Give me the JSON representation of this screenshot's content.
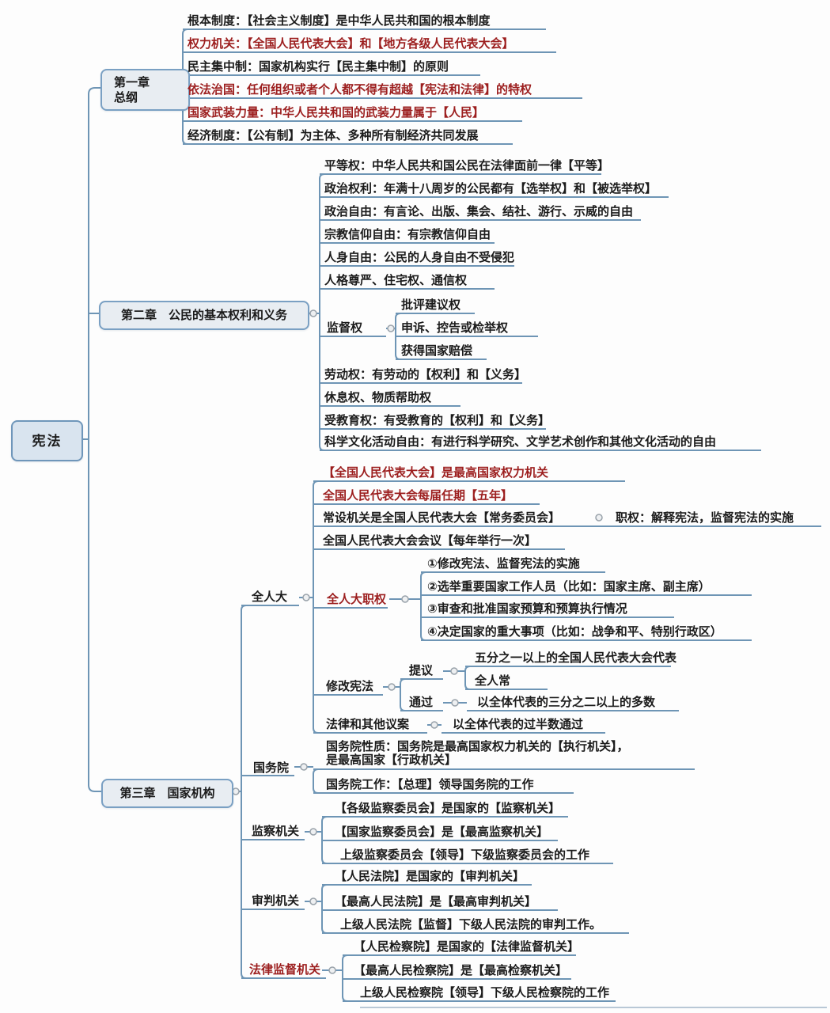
{
  "root_label": "宪法",
  "colors": {
    "accent_red": "#9c1e1e",
    "text_black": "#1b1b1b",
    "line_blue": "#6e95b5",
    "box_fill": "#e8edf2",
    "box_border": "#7aa0c3"
  },
  "ch1": {
    "title1": "第一章",
    "title2": "总纲",
    "items": [
      "根本制度：【社会主义制度】是中华人民共和国的根本制度",
      "权力机关：【全国人民代表大会】和【地方各级人民代表大会】",
      "民主集中制：国家机构实行【民主集中制】的原则",
      "依法治国：任何组织或者个人都不得有超越【宪法和法律】的特权",
      "国家武装力量：中华人民共和国的武装力量属于【人民】",
      "经济制度：【公有制】为主体、多种所有制经济共同发展"
    ]
  },
  "ch2": {
    "title": "第二章　公民的基本权利和义务",
    "items": [
      "平等权：中华人民共和国公民在法律面前一律【平等】",
      "政治权利：年满十八周岁的公民都有【选举权】和【被选举权】",
      "政治自由：有言论、出版、集会、结社、游行、示威的自由",
      "宗教信仰自由：有宗教信仰自由",
      "人身自由：公民的人身自由不受侵犯",
      "人格尊严、住宅权、通信权"
    ],
    "supervision": {
      "label": "监督权",
      "children": [
        "批评建议权",
        "申诉、控告或检举权",
        "获得国家赔偿"
      ]
    },
    "items2": [
      "劳动权：有劳动的【权利】和【义务】",
      "休息权、物质帮助权",
      "受教育权：有受教育的【权利】和【义务】",
      "科学文化活动自由：有进行科学研究、文学艺术创作和其他文化活动的自由"
    ]
  },
  "ch3": {
    "title": "第三章　国家机构",
    "npc": {
      "label": "全人大",
      "items": [
        "【全国人民代表大会】是最高国家权力机关",
        "全国人民代表大会每届任期【五年】",
        "常设机关是全国人民代表大会【常务委员会】",
        "全国人民代表大会会议【每年举行一次】"
      ],
      "note": "职权：解释宪法，监督宪法的实施",
      "powers": {
        "label": "全人大职权",
        "children": [
          "①修改宪法、监督宪法的实施",
          "②选举重要国家工作人员（比如：国家主席、副主席）",
          "③审查和批准国家预算和预算执行情况",
          "④决定国家的重大事项（比如：战争和平、特别行政区）"
        ]
      },
      "amend": {
        "label": "修改宪法",
        "propose": {
          "label": "提议",
          "children": [
            "五分之一以上的全国人民代表大会代表",
            "全人常"
          ]
        },
        "pass": {
          "label": "通过",
          "children": [
            "以全体代表的三分之二以上的多数"
          ]
        }
      },
      "bills": {
        "label": "法律和其他议案",
        "children": [
          "以全体代表的过半数通过"
        ]
      }
    },
    "state_council": {
      "label": "国务院",
      "nature1": "国务院性质：国务院是最高国家权力机关的【执行机关】，",
      "nature2": "是最高国家【行政机关】",
      "work": "国务院工作：【总理】领导国务院的工作"
    },
    "supervisory": {
      "label": "监察机关",
      "children": [
        "【各级监察委员会】是国家的【监察机关】",
        "【国家监察委员会】是【最高监察机关】",
        "上级监察委员会【领导】下级监察委员会的工作"
      ]
    },
    "judicial": {
      "label": "审判机关",
      "children": [
        "【人民法院】是国家的【审判机关】",
        "【最高人民法院】是【最高审判机关】",
        "上级人民法院【监督】下级人民法院的审判工作。"
      ]
    },
    "procuratorial": {
      "label": "法律监督机关",
      "children": [
        "【人民检察院】是国家的【法律监督机关】",
        "【最高人民检察院】是【最高检察机关】",
        "上级人民检察院【领导】下级人民检察院的工作"
      ]
    }
  }
}
